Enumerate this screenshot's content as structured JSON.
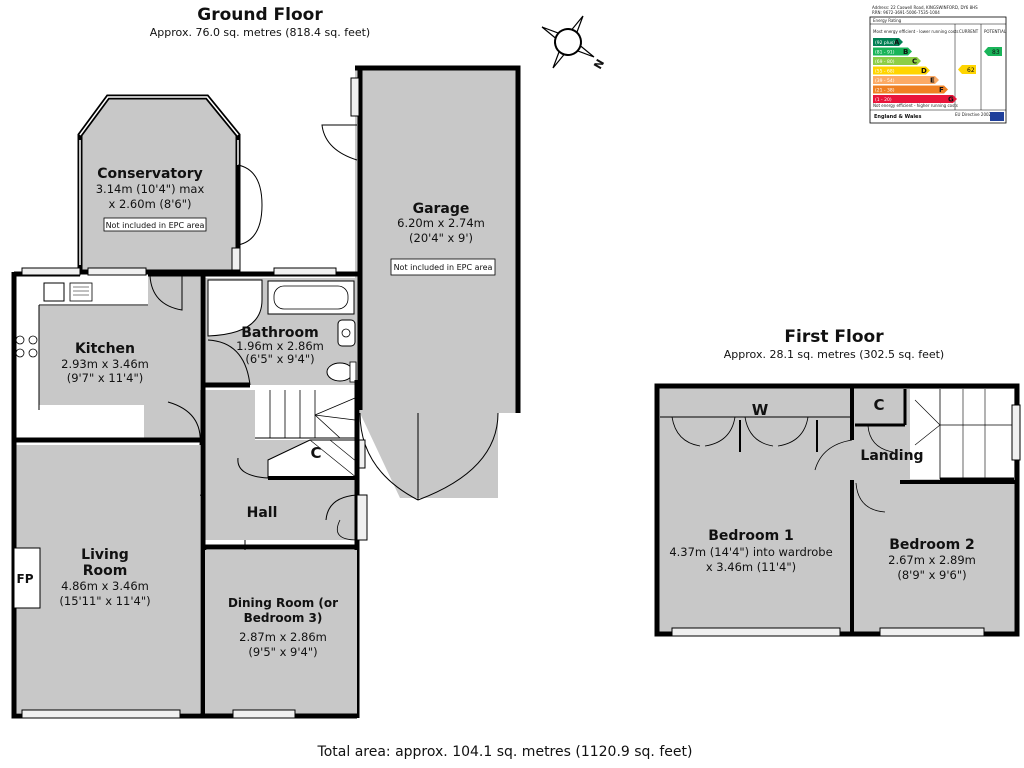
{
  "ground_floor": {
    "title": "Ground Floor",
    "area": "Approx. 76.0 sq. metres (818.4 sq. feet)",
    "rooms": {
      "conservatory": {
        "name": "Conservatory",
        "dim1": "3.14m (10'4\") max",
        "dim2": "x 2.60m (8'6\")",
        "note": "Not included in EPC area"
      },
      "garage": {
        "name": "Garage",
        "dim1": "6.20m x 2.74m",
        "dim2": "(20'4\" x 9')",
        "note": "Not included in EPC area"
      },
      "kitchen": {
        "name": "Kitchen",
        "dim1": "2.93m x 3.46m",
        "dim2": "(9'7\" x 11'4\")"
      },
      "bathroom": {
        "name": "Bathroom",
        "dim1": "1.96m x 2.86m",
        "dim2": "(6'5\" x 9'4\")"
      },
      "hall": {
        "name": "Hall"
      },
      "cupboard": {
        "name": "C"
      },
      "living_room": {
        "name1": "Living",
        "name2": "Room",
        "dim1": "4.86m x 3.46m",
        "dim2": "(15'11\" x 11'4\")",
        "fireplace": "FP"
      },
      "dining_room": {
        "name1": "Dining Room (or",
        "name2": "Bedroom 3)",
        "dim1": "2.87m x 2.86m",
        "dim2": "(9'5\" x 9'4\")"
      }
    }
  },
  "first_floor": {
    "title": "First Floor",
    "area": "Approx. 28.1 sq. metres (302.5 sq. feet)",
    "rooms": {
      "bedroom1": {
        "name": "Bedroom 1",
        "dim1": "4.37m (14'4\") into wardrobe",
        "dim2": "x 3.46m (11'4\")",
        "wardrobe": "W"
      },
      "bedroom2": {
        "name": "Bedroom 2",
        "dim1": "2.67m x 2.89m",
        "dim2": "(8'9\" x 9'6\")"
      },
      "landing": {
        "name": "Landing"
      },
      "cupboard": {
        "name": "C"
      }
    }
  },
  "compass": {
    "north_label": "N"
  },
  "epc": {
    "address": "Address: 22 Caswell Road, KINGSWINFORD, DY6 8HS",
    "rrn": "RRN: 9672-3691-5006-7535-1004",
    "heading": "Energy Rating",
    "col_current": "CURRENT",
    "col_potential": "POTENTIAL",
    "top_note": "Most energy efficient - lower running costs",
    "bottom_note": "Not energy efficient - higher running costs",
    "bands": [
      {
        "range": "(92 plus)",
        "letter": "A",
        "color": "#008054"
      },
      {
        "range": "(81 - 91)",
        "letter": "B",
        "color": "#19b459"
      },
      {
        "range": "(69 - 80)",
        "letter": "C",
        "color": "#8dce46"
      },
      {
        "range": "(55 - 68)",
        "letter": "D",
        "color": "#ffd500"
      },
      {
        "range": "(39 - 54)",
        "letter": "E",
        "color": "#fcaa65"
      },
      {
        "range": "(21 - 38)",
        "letter": "F",
        "color": "#ef8023"
      },
      {
        "range": "(1 - 20)",
        "letter": "G",
        "color": "#e9153b"
      }
    ],
    "current_value": "62",
    "current_color": "#ffd500",
    "potential_value": "83",
    "potential_color": "#19b459",
    "region": "England & Wales",
    "directive": "EU Directive 2002/91/EC"
  },
  "total_area": "Total area: approx. 104.1 sq. metres (1120.9 sq. feet)",
  "colors": {
    "room_fill": "#c8c8c8",
    "wall": "#000000",
    "window": "#f0f0f0"
  }
}
